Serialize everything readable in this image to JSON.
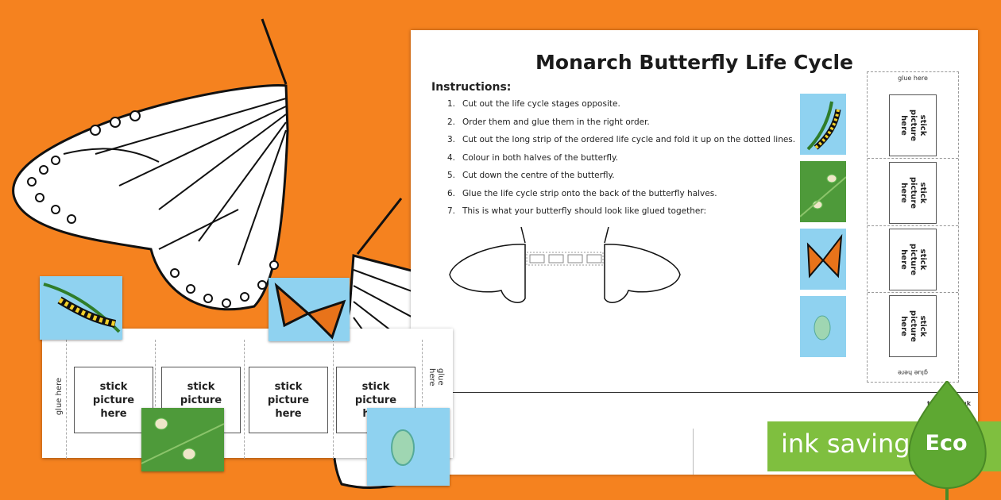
{
  "worksheet": {
    "title": "Monarch Butterfly Life Cycle",
    "instructions_heading": "Instructions:",
    "instructions": [
      {
        "num": "1.",
        "text": "Cut out the life cycle stages opposite."
      },
      {
        "num": "2.",
        "text": "Order them and glue them in the right order."
      },
      {
        "num": "3.",
        "text": "Cut out the long strip of the ordered life cycle and fold it up on the dotted lines."
      },
      {
        "num": "4.",
        "text": "Colour in both halves of the butterfly."
      },
      {
        "num": "5.",
        "text": "Cut down the centre of the butterfly."
      },
      {
        "num": "6.",
        "text": "Glue the life cycle strip onto the back of the butterfly halves."
      },
      {
        "num": "7.",
        "text": "This is what your butterfly should look like glued together:"
      }
    ],
    "strip_glue_top": "glue here",
    "strip_glue_bottom": "glue here",
    "strip_box_label": "stick\npicture\nhere",
    "logo": "twinkl.co.uk"
  },
  "bottom_strip": {
    "glue_left": "glue here",
    "glue_right": "glue here",
    "box_label": "stick\npicture\nhere"
  },
  "badge": {
    "text": "ink saving",
    "label": "Eco"
  },
  "colors": {
    "background": "#f5821f",
    "badge_green": "#7fbf3f",
    "sky_blue": "#8fd2f0",
    "leaf_green": "#4e9a3a",
    "monarch_orange": "#e8731a"
  }
}
